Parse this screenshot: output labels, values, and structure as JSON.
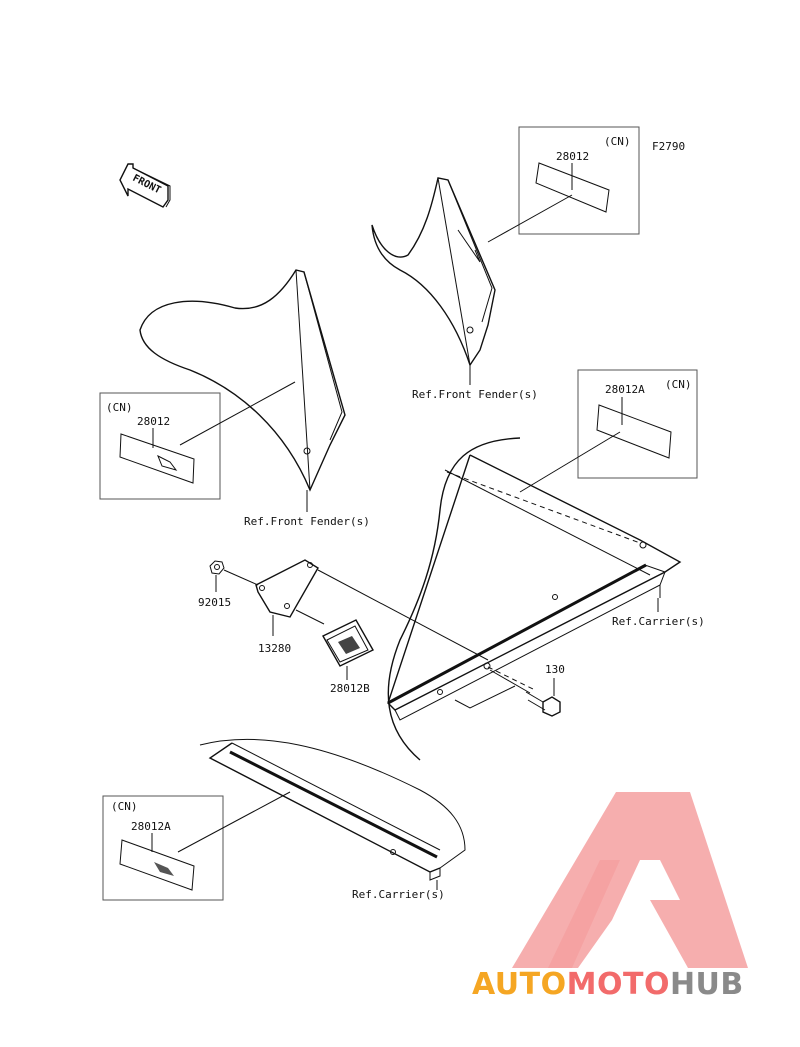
{
  "figure_code": "F2790",
  "front_arrow_label": "FRONT",
  "parts": {
    "decal_top": {
      "region": "(CN)",
      "part_no": "28012"
    },
    "decal_left": {
      "region": "(CN)",
      "part_no": "28012"
    },
    "decal_right": {
      "region": "(CN)",
      "part_no": "28012A"
    },
    "decal_bottom": {
      "region": "(CN)",
      "part_no": "28012A"
    },
    "nut": {
      "part_no": "92015"
    },
    "bracket": {
      "part_no": "13280"
    },
    "plate": {
      "part_no": "28012B"
    },
    "bolt": {
      "part_no": "130"
    }
  },
  "refs": {
    "front_fender_left": "Ref.Front Fender(s)",
    "front_fender_right": "Ref.Front Fender(s)",
    "carrier_right": "Ref.Carrier(s)",
    "carrier_bottom": "Ref.Carrier(s)"
  },
  "watermark": {
    "part1": "AUTO",
    "part2": "MOTO",
    "part3": "HUB",
    "color_orange": "#f5a623",
    "color_red": "#f26b6b",
    "color_gray": "#8a8a8a",
    "color_triangle": "#f5a0a0"
  }
}
